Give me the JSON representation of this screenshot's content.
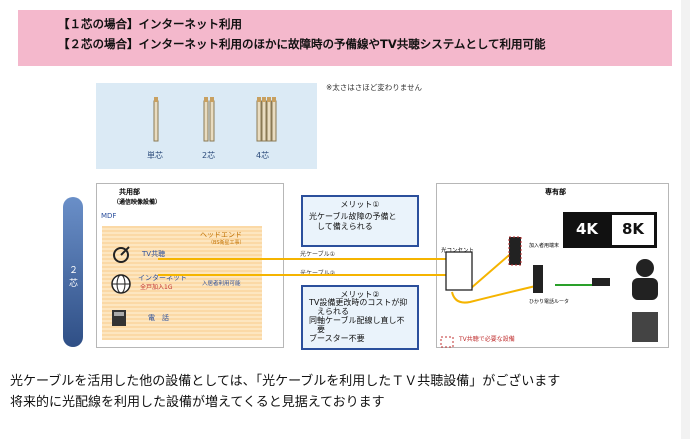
{
  "banner": {
    "line1": "【１芯の場合】インターネット利用",
    "line2": "【２芯の場合】インターネット利用のほかに故障時の予備線やTV共聴システムとして利用可能"
  },
  "fiber": {
    "captions": [
      "単芯",
      "2芯",
      "4芯"
    ],
    "note": "※太さはさほど変わりません"
  },
  "side_tab": "２芯",
  "left_panel": {
    "title1": "共用部",
    "title2": "（通信映像設備）",
    "mdf": "MDF",
    "headend": "ヘッドエンド",
    "headend_sub": "（BS衛星工事）",
    "tv": "TV共聴",
    "internet": "インターネット",
    "internet_sub": "全戸加入1G",
    "phone": "電　話",
    "phone_device": "入居者利用可能"
  },
  "merit1": {
    "title": "メリット①",
    "bullets": [
      "光ケーブル故障の予備と",
      "　して備えられる"
    ]
  },
  "merit2": {
    "title": "メリット②",
    "bullets": [
      "TV設備更改時のコストが抑",
      "　えられる",
      "同軸ケーブル配線し直し不",
      "　要",
      "ブースター不要"
    ]
  },
  "cable_labels": [
    "光ケーブル①",
    "光ケーブル②"
  ],
  "right_panel": {
    "title": "専有部",
    "outlet": "光コンセント",
    "onu": "加入者用端末",
    "router": "ひかり電話ルータ",
    "tv_required": "TV共聴で必要な設備",
    "tv_4k": "4K",
    "tv_8k": "8K"
  },
  "subtitle": {
    "line1": "光ケーブルを活用した他の設備としては、「光ケーブルを利用したＴＶ共聴設備」がございます",
    "line2": "将来的に光配線を利用した設備が増えてくると見据えております"
  },
  "colors": {
    "banner": "#f4b8cc",
    "merit_border": "#2b4f9c",
    "cable": "#f5b400",
    "side_tab": "#3d5f9a"
  }
}
